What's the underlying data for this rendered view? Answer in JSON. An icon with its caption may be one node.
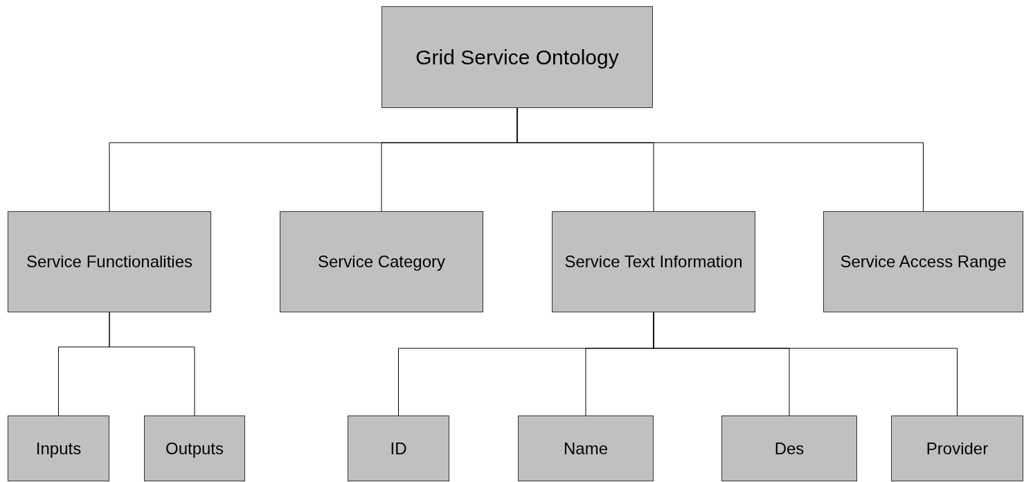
{
  "diagram": {
    "nodes": [
      {
        "text": [
          "Grid Service Ontology"
        ]
      },
      {
        "text": [
          "Service Functionalities"
        ]
      },
      {
        "text": [
          "Service Category"
        ]
      },
      {
        "text": [
          "Service Text Information"
        ]
      },
      {
        "text": [
          "Service Access Range"
        ]
      },
      {
        "text": [
          "Inputs"
        ]
      },
      {
        "text": [
          "Outputs"
        ]
      },
      {
        "text": [
          "ID"
        ]
      },
      {
        "text": [
          "Name"
        ]
      },
      {
        "text": [
          "Des"
        ]
      },
      {
        "text": [
          "Provider"
        ]
      }
    ],
    "edges": [
      {
        "from": 0,
        "to": 1,
        "arrow": "none"
      },
      {
        "from": 0,
        "to": 2,
        "arrow": "none"
      },
      {
        "from": 0,
        "to": 3,
        "arrow": "none"
      },
      {
        "from": 0,
        "to": 4,
        "arrow": "none"
      },
      {
        "from": 1,
        "to": 5,
        "arrow": "none"
      },
      {
        "from": 1,
        "to": 6,
        "arrow": "none"
      },
      {
        "from": 3,
        "to": 7,
        "arrow": "none"
      },
      {
        "from": 3,
        "to": 8,
        "arrow": "none"
      },
      {
        "from": 3,
        "to": 9,
        "arrow": "none"
      },
      {
        "from": 3,
        "to": 10,
        "arrow": "none"
      }
    ]
  }
}
